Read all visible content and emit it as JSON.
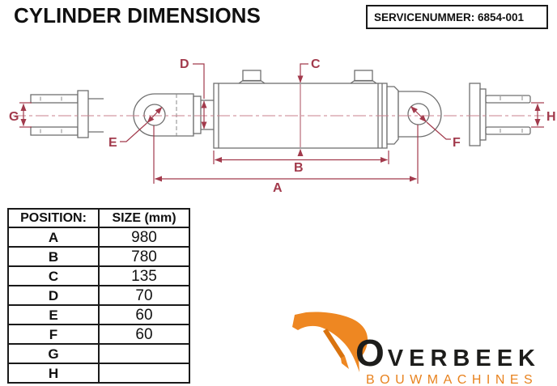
{
  "title": "CYLINDER DIMENSIONS",
  "service_box": {
    "text": "SERVICENUMMER: 6854-001"
  },
  "diagram": {
    "description": "hydraulic-cylinder-technical-drawing",
    "dim_labels": {
      "A": "A",
      "B": "B",
      "C": "C",
      "D": "D",
      "E": "E",
      "F": "F",
      "G": "G",
      "H": "H"
    }
  },
  "table": {
    "headers": [
      "POSITION:",
      "SIZE (mm)"
    ],
    "rows": [
      {
        "position": "A",
        "size": "980"
      },
      {
        "position": "B",
        "size": "780"
      },
      {
        "position": "C",
        "size": "135"
      },
      {
        "position": "D",
        "size": "70"
      },
      {
        "position": "E",
        "size": "60"
      },
      {
        "position": "F",
        "size": "60"
      },
      {
        "position": "G",
        "size": ""
      },
      {
        "position": "H",
        "size": ""
      }
    ]
  },
  "logo": {
    "brand_initial": "O",
    "brand_rest": "VERBEEK",
    "subtitle": "BOUWMACHINES",
    "icon": "excavator-arm-icon"
  },
  "colors": {
    "dimension_maroon": "#A23A4C",
    "outline_gray": "#6F6F6F",
    "brand_orange": "#EE8722",
    "text_black": "#1D1D1B"
  }
}
